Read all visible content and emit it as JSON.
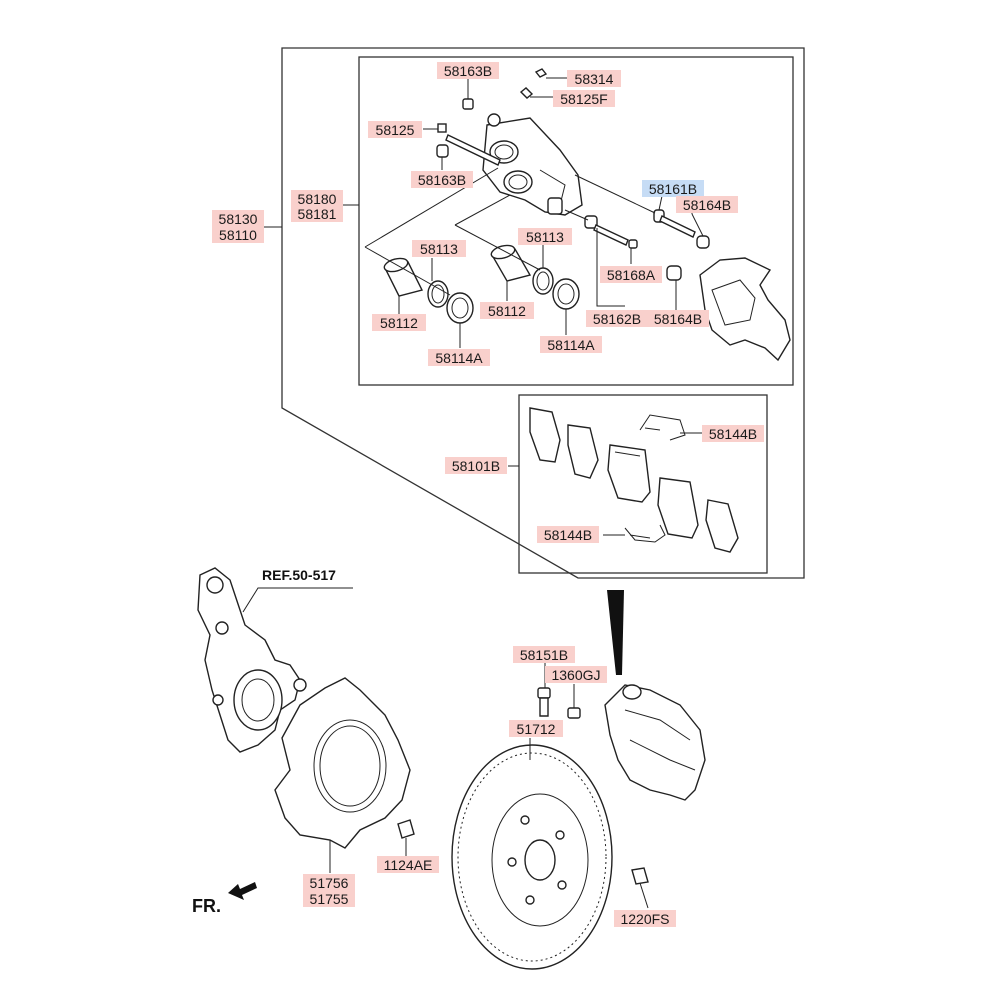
{
  "colors": {
    "label_fill": "#f9d0cc",
    "label_highlight": "#c6dcf5",
    "line": "#222222"
  },
  "labels": {
    "l58163B_a": "58163B",
    "l58314": "58314",
    "l58125F": "58125F",
    "l58125": "58125",
    "l58163B_b": "58163B",
    "l58180": "58180",
    "l58181": "58181",
    "l58130": "58130",
    "l58110": "58110",
    "l58161B": "58161B",
    "l58164B_a": "58164B",
    "l58113_a": "58113",
    "l58113_b": "58113",
    "l58168A": "58168A",
    "l58112_a": "58112",
    "l58112_b": "58112",
    "l58162B": "58162B",
    "l58164B_b": "58164B",
    "l58114A_a": "58114A",
    "l58114A_b": "58114A",
    "l58144B_a": "58144B",
    "l58101B": "58101B",
    "l58144B_b": "58144B",
    "ref": "REF.50-517",
    "l58151B": "58151B",
    "l1360GJ": "1360GJ",
    "l51712": "51712",
    "l1124AE": "1124AE",
    "l51756": "51756",
    "l51755": "51755",
    "l1220FS": "1220FS",
    "fr": "FR."
  }
}
